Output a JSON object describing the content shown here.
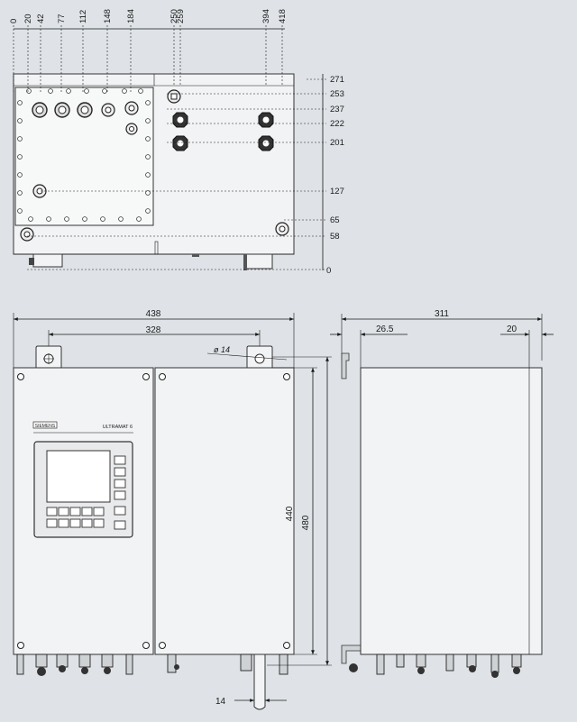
{
  "top_view": {
    "x_dims": [
      "0",
      "20",
      "42",
      "77",
      "112",
      "148",
      "184",
      "250",
      "259",
      "394",
      "418"
    ],
    "y_dims": [
      "271",
      "253",
      "237",
      "222",
      "201",
      "127",
      "65",
      "58",
      "0"
    ]
  },
  "front_view": {
    "width_overall": "438",
    "width_mount": "328",
    "hole_dia": "ø 14",
    "height_inner": "440",
    "height_overall": "480",
    "bottom_slot": "14",
    "brand": "SIEMENS",
    "model": "ULTRAMAT 6"
  },
  "side_view": {
    "depth": "311",
    "bracket_offset": "26.5",
    "right_offset": "20"
  },
  "colors": {
    "background": "#dfe3e7",
    "housing": "#f2f3f4",
    "display": "#ffffff"
  }
}
